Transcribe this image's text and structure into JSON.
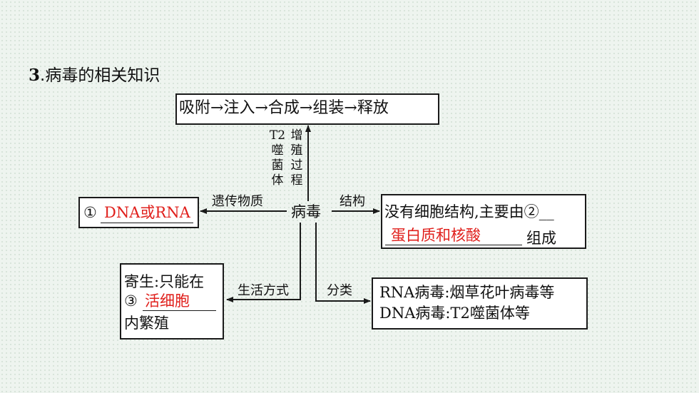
{
  "heading": {
    "number": "3",
    "text": ".病毒的相关知识"
  },
  "center": "病毒",
  "process": {
    "steps": [
      "吸附",
      "注入",
      "合成",
      "组装",
      "释放"
    ],
    "arrow": "→",
    "label_left": "T2噬菌体",
    "label_right": "增殖过程"
  },
  "left_node": {
    "marker": "①",
    "answer": "DNA或RNA",
    "link_label": "遗传物质"
  },
  "right_node": {
    "text1": "没有细胞结构,主要由②",
    "blank_tail": "__",
    "answer": "蛋白质和核酸",
    "text2": "组成",
    "link_label": "结构"
  },
  "bottom_left": {
    "line1": "寄生:只能在",
    "marker": "③",
    "answer": "活细胞",
    "line3": "内繁殖",
    "link_label": "生活方式"
  },
  "bottom_right": {
    "line1": "RNA病毒:烟草花叶病毒等",
    "line2": "DNA病毒:T2噬菌体等",
    "link_label": "分类"
  },
  "colors": {
    "answer": "#e0201c",
    "border": "#1a1a1a",
    "background": "#eef4ef"
  }
}
